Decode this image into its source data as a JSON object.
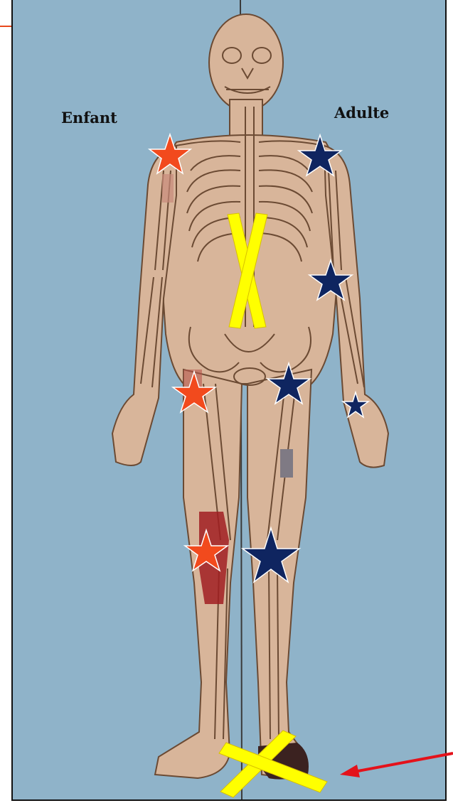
{
  "labels": {
    "left": "Enfant",
    "right": "Adulte"
  },
  "colors": {
    "background": "#8fb3c9",
    "skin": "#d8b59a",
    "bone_outline": "#6b4a33",
    "child_star": "#f24a1d",
    "adult_star": "#0f2560",
    "cross": "#ffff00",
    "arrow": "#e4121b",
    "lesion_red": "#a11f22",
    "lesion_gray": "#7f7a84"
  },
  "markers": {
    "child_stars": [
      "shoulder",
      "hip",
      "knee"
    ],
    "adult_stars": [
      "shoulder",
      "elbow",
      "hip",
      "wrist",
      "knee"
    ],
    "crosses": [
      "spine",
      "foot"
    ]
  }
}
